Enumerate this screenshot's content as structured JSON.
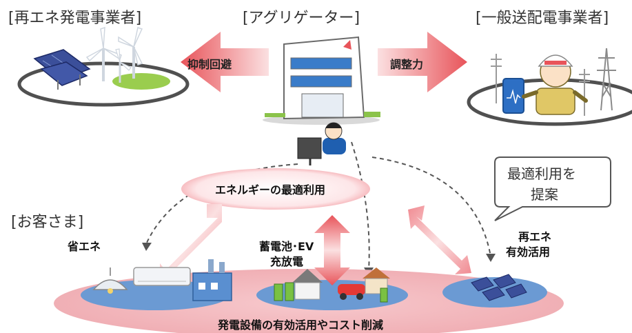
{
  "roles": {
    "renewable_producer": "[再エネ発電事業者]",
    "aggregator": "[アグリゲーター]",
    "transmission_operator": "[一般送配電事業者]",
    "customer": "[お客さま]"
  },
  "flows": {
    "left_arrow": "抑制回避",
    "right_arrow": "調整力"
  },
  "center_label": "エネルギーの最適利用",
  "speech_bubble": {
    "line1": "最適利用を",
    "line2": "提案"
  },
  "options": {
    "energy_saving": "省エネ",
    "storage_line1": "蓄電池･EV",
    "storage_line2": "充放電",
    "renewable_line1": "再エネ",
    "renewable_line2": "有効活用"
  },
  "bottom_label": "発電設備の有効活用やコスト削減",
  "colors": {
    "arrow_red": "#e8545a",
    "ellipse_pink": "#f2b8bd",
    "ellipse_blue": "#6b9ad3",
    "ring_gray": "#505050"
  }
}
